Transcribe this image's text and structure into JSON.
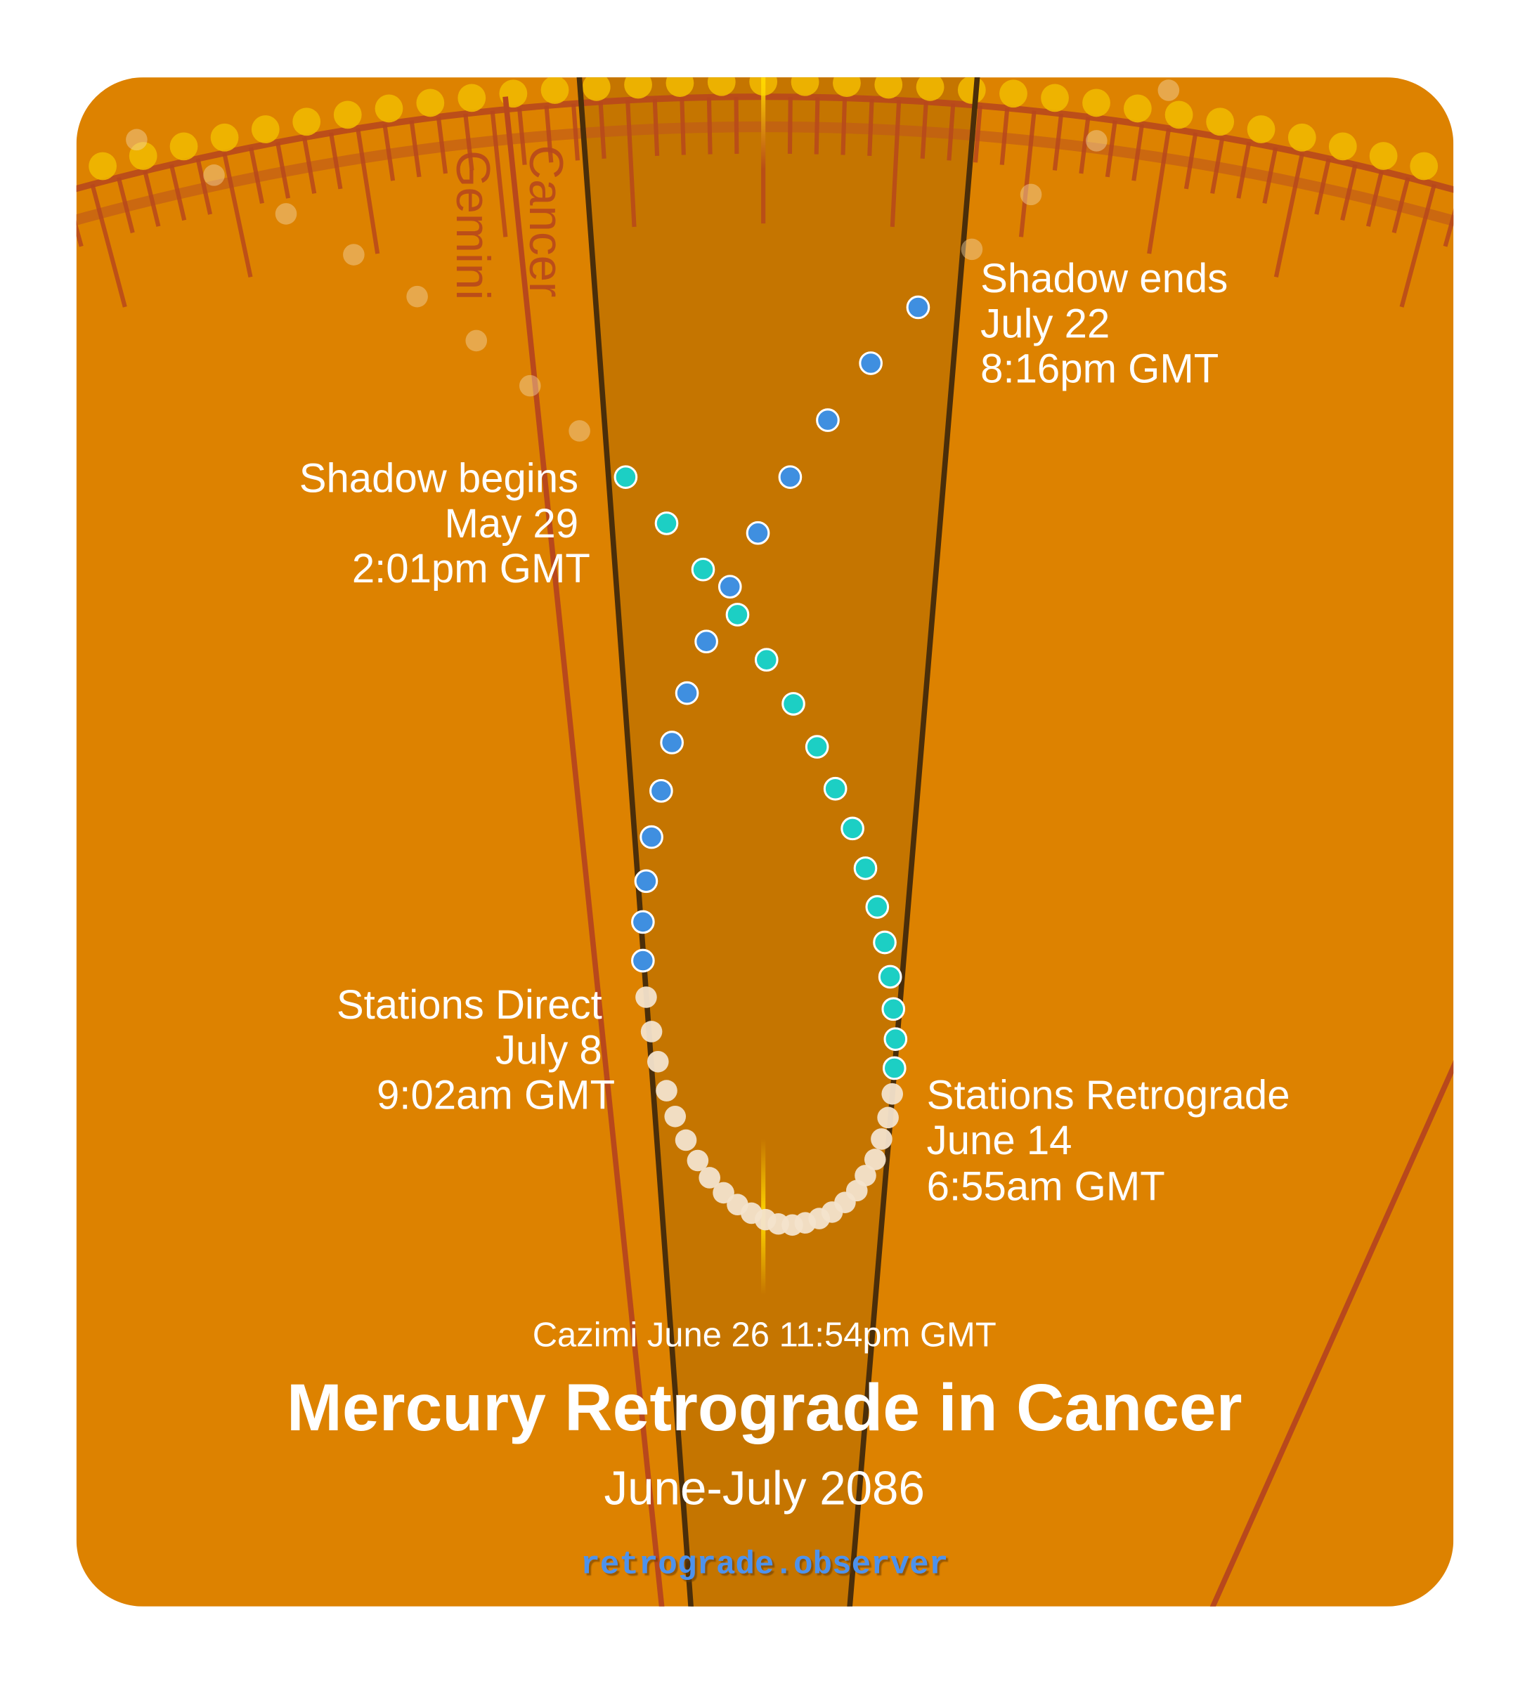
{
  "colors": {
    "background": "#dd8200",
    "shadow_zone": "#c57500",
    "pre_shadow_dot": "#1ccfc4",
    "retrograde_dot": "#f3e3cc",
    "post_shadow_dot": "#3f8fe0",
    "sun_dot": "#f0b800",
    "boundary_line": "#b8481c",
    "url": "#4e92ec"
  },
  "signs": {
    "left": "Gemini",
    "right": "Cancer"
  },
  "events": {
    "shadow_begins": {
      "title": "Shadow begins",
      "date": "May 29",
      "time": "2:01pm GMT"
    },
    "shadow_ends": {
      "title": "Shadow ends",
      "date": "July 22",
      "time": "8:16pm GMT"
    },
    "stations_direct": {
      "title": "Stations Direct",
      "date": "July 8",
      "time": "9:02am GMT"
    },
    "stations_retrograde": {
      "title": "Stations Retrograde",
      "date": "June 14",
      "time": "6:55am GMT"
    },
    "cazimi": "Cazimi June 26 11:54pm GMT"
  },
  "title": "Mercury Retrograde in Cancer",
  "subtitle": "June-July 2086",
  "url": "retrograde.observer"
}
